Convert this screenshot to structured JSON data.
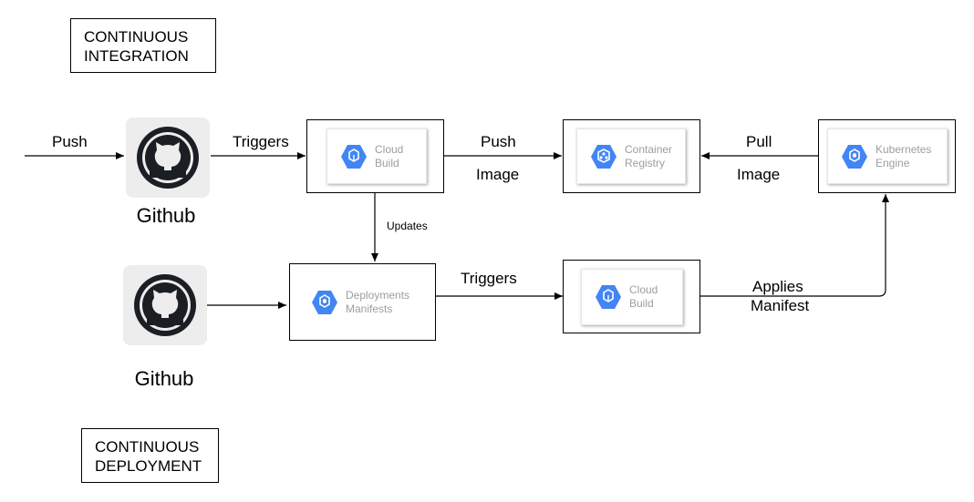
{
  "sections": {
    "ci_label": "CONTINUOUS\nINTEGRATION",
    "cd_label": "CONTINUOUS\nDEPLOYMENT"
  },
  "nodes": {
    "github_top": {
      "label": "Github",
      "icon": "github-octocat-icon"
    },
    "github_bottom": {
      "label": "Github",
      "icon": "github-octocat-icon"
    },
    "cloud_build_top": {
      "label": "Cloud\nBuild",
      "icon": "cloud-build-hex-icon"
    },
    "container_registry": {
      "label": "Container\nRegistry",
      "icon": "container-registry-hex-icon"
    },
    "kubernetes_engine": {
      "label": "Kubernetes\nEngine",
      "icon": "kubernetes-engine-hex-icon"
    },
    "deployments_manifests": {
      "label": "Deployments\nManifests",
      "icon": "deployments-manifests-hex-icon"
    },
    "cloud_build_bottom": {
      "label": "Cloud\nBuild",
      "icon": "cloud-build-hex-icon"
    }
  },
  "edges": {
    "push_in": "Push",
    "triggers_top": "Triggers",
    "push_image_1": "Push",
    "push_image_2": "Image",
    "pull_image_1": "Pull",
    "pull_image_2": "Image",
    "updates": "Updates",
    "triggers_bottom": "Triggers",
    "applies_1": "Applies",
    "applies_2": "Manifest"
  },
  "colors": {
    "gcp_blue": "#4285F4",
    "line": "#000000",
    "card_text": "#9e9e9e"
  }
}
